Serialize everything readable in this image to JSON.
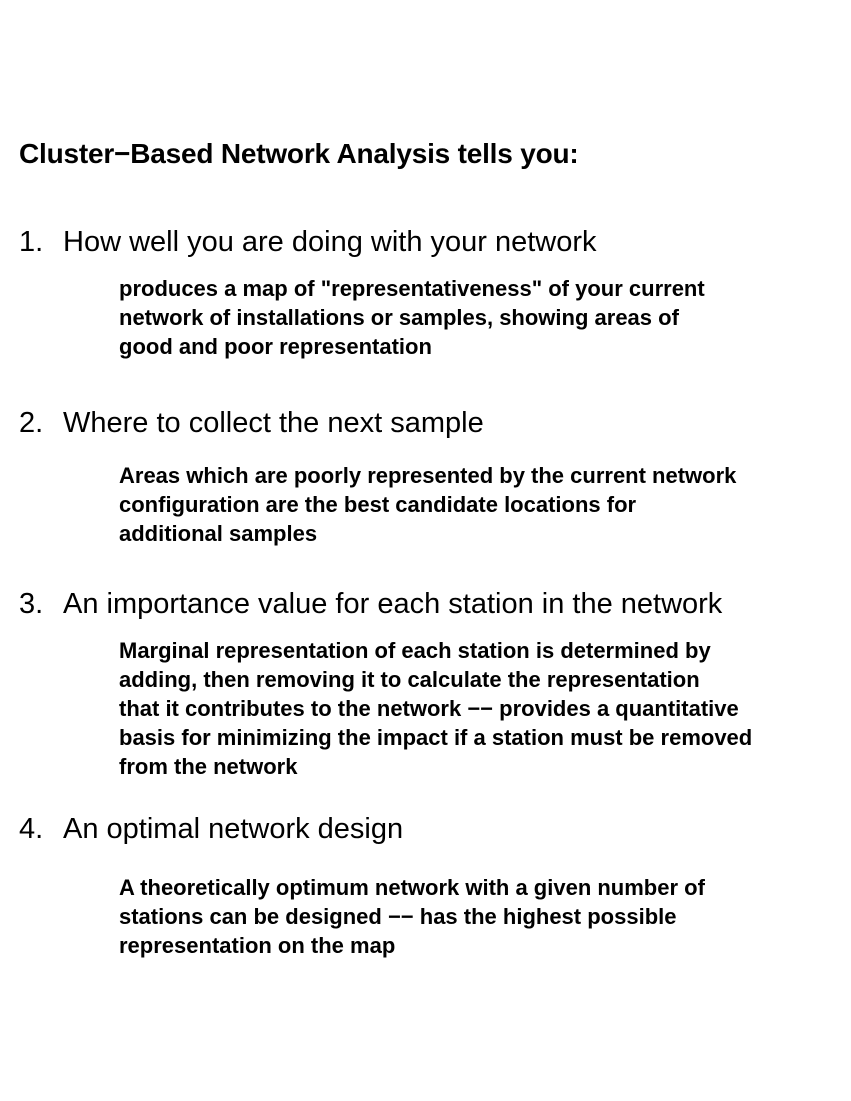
{
  "title": "Cluster−Based Network Analysis tells you:",
  "items": [
    {
      "number": "1.",
      "heading": "How well you are doing with your network",
      "lines": [
        "produces a map of \"representativeness\" of your current",
        "network of installations or samples, showing areas of",
        "good and poor representation"
      ]
    },
    {
      "number": "2.",
      "heading": "Where to collect the next sample",
      "lines": [
        "Areas which are poorly represented by the current network",
        "configuration are the best candidate locations for",
        "additional samples"
      ]
    },
    {
      "number": "3.",
      "heading": "An importance value for each station in the network",
      "lines": [
        "Marginal representation of each station is determined by",
        "adding, then removing it to calculate the representation",
        "that it contributes to the network −− provides a quantitative",
        "basis for minimizing the impact if a station must be removed",
        "from the network"
      ]
    },
    {
      "number": "4.",
      "heading": "An optimal network design",
      "lines": [
        "A theoretically optimum network with a given number of",
        "stations can be designed −− has the highest possible",
        "representation on the map"
      ]
    }
  ]
}
